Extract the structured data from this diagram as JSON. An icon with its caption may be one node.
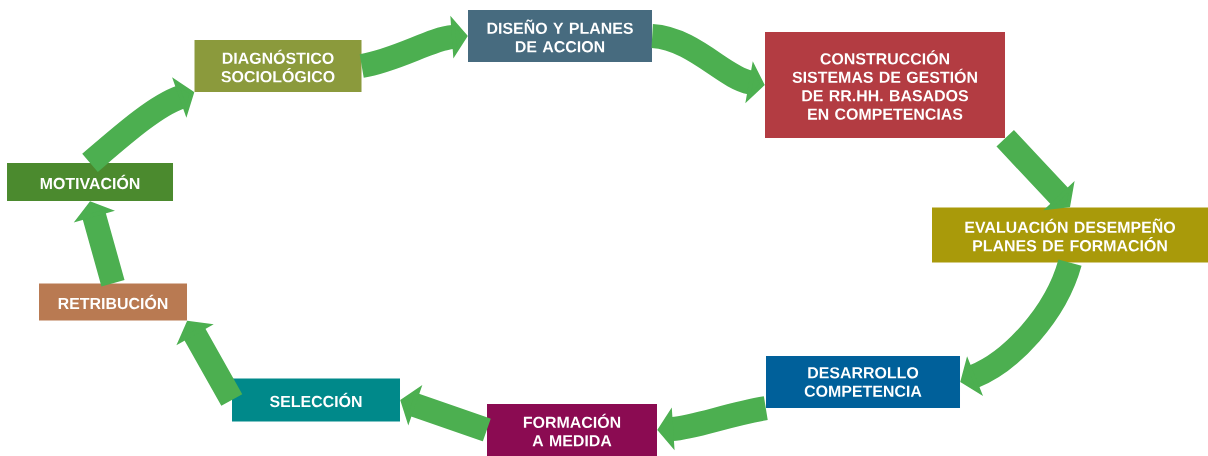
{
  "diagram": {
    "nodes": [
      {
        "text": [
          "DIAGNÓSTICO SOCIOLÓGICO"
        ]
      },
      {
        "text": [
          "DISEÑO Y PLANES DE ACCION"
        ]
      },
      {
        "text": [
          "CONSTRUCCIÓN SISTEMAS DE GESTIÓN DE RR.HH. BASADOS EN COMPETENCIAS"
        ]
      },
      {
        "text": [
          "EVALUACIÓN DESEMPEÑO PLANES DE FORMACIÓN"
        ]
      },
      {
        "text": [
          "DESARROLLO COMPETENCIA"
        ]
      },
      {
        "text": [
          "FORMACIÓN A MEDIDA"
        ]
      },
      {
        "text": [
          "SELECCIÓN"
        ]
      },
      {
        "text": [
          "RETRIBUCIÓN"
        ]
      },
      {
        "text": [
          "MOTIVACIÓN"
        ]
      }
    ],
    "edges": [
      {
        "from": 0,
        "to": 1,
        "arrow": "to"
      },
      {
        "from": 1,
        "to": 2,
        "arrow": "to"
      },
      {
        "from": 2,
        "to": 3,
        "arrow": "to"
      },
      {
        "from": 3,
        "to": 4,
        "arrow": "to"
      },
      {
        "from": 4,
        "to": 5,
        "arrow": "to"
      },
      {
        "from": 5,
        "to": 6,
        "arrow": "to"
      },
      {
        "from": 6,
        "to": 7,
        "arrow": "to"
      },
      {
        "from": 7,
        "to": 8,
        "arrow": "to"
      },
      {
        "from": 8,
        "to": 0,
        "arrow": "to"
      }
    ]
  }
}
